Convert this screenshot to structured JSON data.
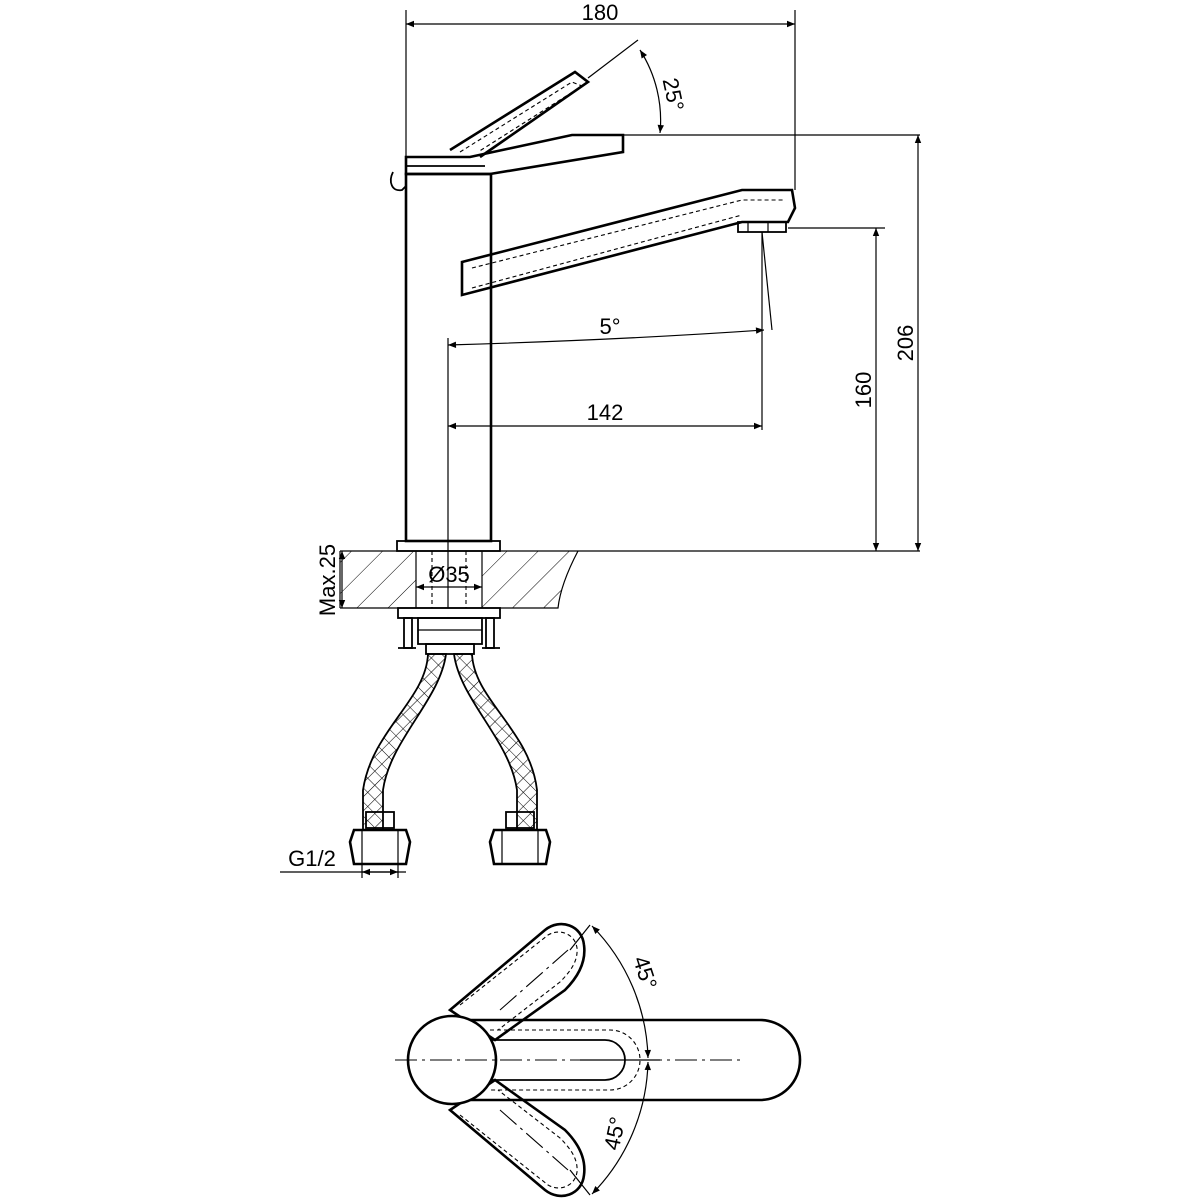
{
  "dimensions": {
    "width_180": "180",
    "handle_angle": "25°",
    "height_206": "206",
    "height_160": "160",
    "spout_angle": "5°",
    "reach_142": "142",
    "max_thickness": "Max.25",
    "hole_diameter": "Ø35",
    "connection": "G1/2",
    "swivel_angle_upper": "45°",
    "swivel_angle_lower": "45°"
  },
  "colors": {
    "stroke": "#000000",
    "background": "#ffffff"
  }
}
